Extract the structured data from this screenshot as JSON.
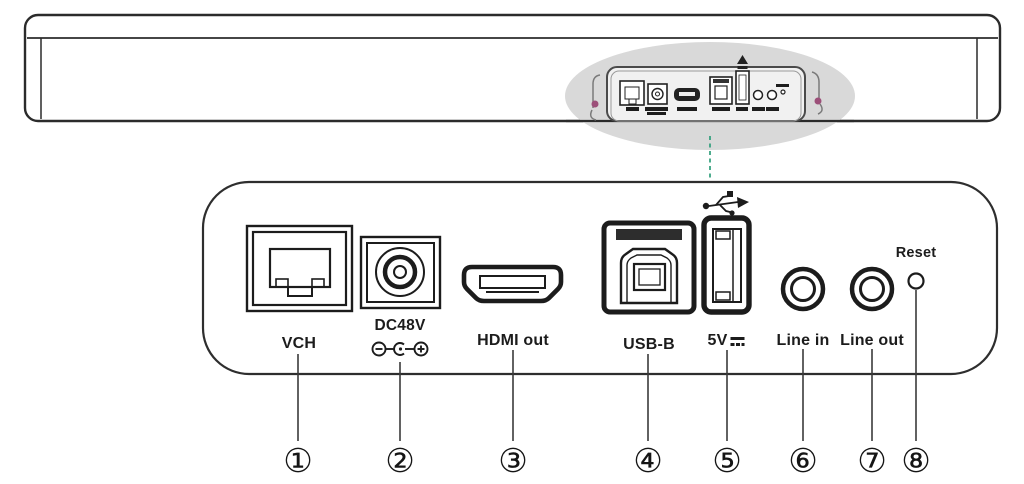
{
  "diagram": {
    "type": "hardware-rear-panel-connection-diagram",
    "ports": [
      {
        "label": "VCH",
        "number": "①"
      },
      {
        "label": "DC48V",
        "number": "②"
      },
      {
        "label": "HDMI out",
        "number": "③"
      },
      {
        "label": "USB-B",
        "number": "④"
      },
      {
        "label": "5V",
        "number": "⑤"
      },
      {
        "label": "Line in",
        "number": "⑥"
      },
      {
        "label": "Line out",
        "number": "⑦"
      },
      {
        "label": "Reset",
        "number": "⑧"
      }
    ],
    "icons": {
      "usb_trident": "usb-icon",
      "dc_polarity": "center-positive-polarity-icon",
      "dc_voltage": "dc-voltage-icon",
      "usb_up_arrow": "usb-up-arrow-icon"
    },
    "colors": {
      "line_art": "#1f1f1f",
      "highlight_ellipse": "#d9d9d9",
      "callout_dash": "#2f9e7b",
      "screw_accent": "#9c4f79"
    }
  }
}
